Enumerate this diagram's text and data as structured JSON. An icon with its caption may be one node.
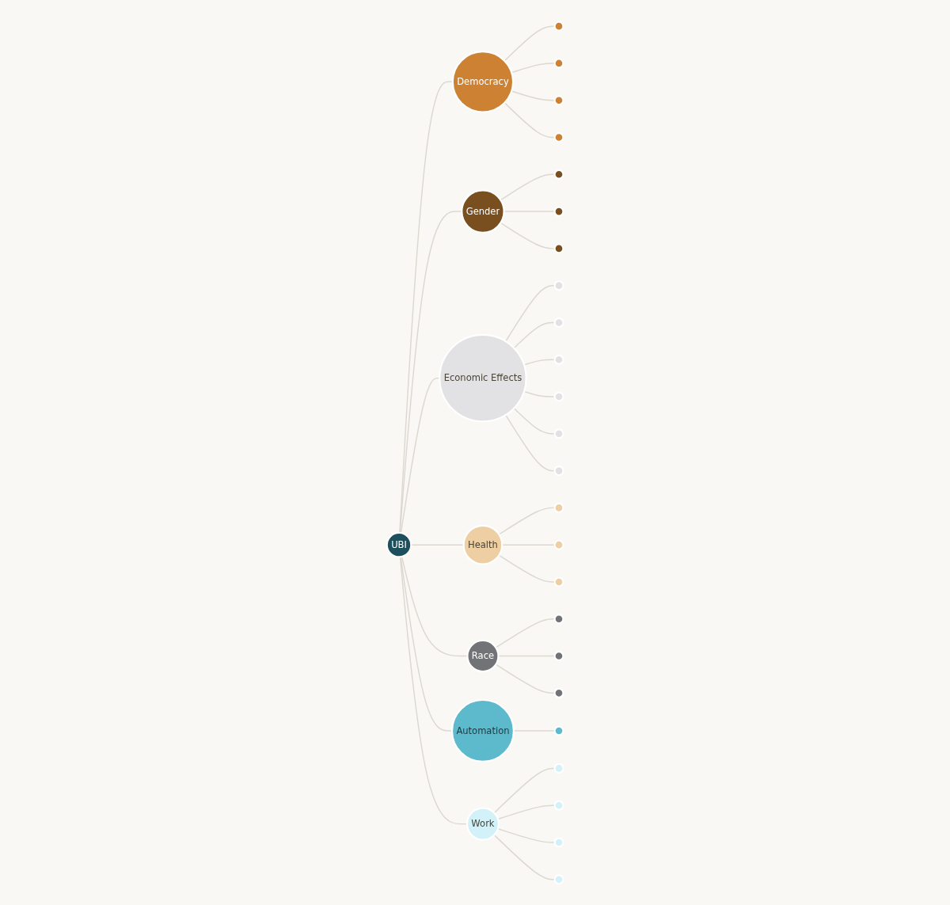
{
  "diagram": {
    "nodes": [
      {
        "text": [
          "UBI"
        ]
      },
      {
        "text": [
          "Democracy"
        ]
      },
      {
        "text": [
          "Gender"
        ]
      },
      {
        "text": [
          "Economic Effects"
        ]
      },
      {
        "text": [
          "Health"
        ]
      },
      {
        "text": [
          "Race"
        ]
      },
      {
        "text": [
          "Automation"
        ]
      },
      {
        "text": [
          "Work"
        ]
      },
      {
        "text": [],
        "shape": "circle"
      },
      {
        "text": [],
        "shape": "circle"
      },
      {
        "text": [],
        "shape": "circle"
      },
      {
        "text": [],
        "shape": "circle"
      },
      {
        "text": [],
        "shape": "circle"
      },
      {
        "text": [],
        "shape": "circle"
      },
      {
        "text": [],
        "shape": "circle"
      },
      {
        "text": [],
        "shape": "circle"
      },
      {
        "text": [],
        "shape": "circle"
      },
      {
        "text": [],
        "shape": "circle"
      },
      {
        "text": [],
        "shape": "circle"
      },
      {
        "text": [],
        "shape": "circle"
      },
      {
        "text": [],
        "shape": "circle"
      },
      {
        "text": [],
        "shape": "circle"
      },
      {
        "text": [],
        "shape": "circle"
      },
      {
        "text": [],
        "shape": "circle"
      },
      {
        "text": [],
        "shape": "circle"
      },
      {
        "text": [],
        "shape": "circle"
      },
      {
        "text": [],
        "shape": "circle"
      },
      {
        "text": [],
        "shape": "circle"
      },
      {
        "text": [],
        "shape": "circle"
      },
      {
        "text": [],
        "shape": "circle"
      },
      {
        "text": [],
        "shape": "circle"
      },
      {
        "text": [],
        "shape": "circle"
      }
    ],
    "edges": [
      {
        "from": 0,
        "to": 1,
        "arrow": "none"
      },
      {
        "from": 0,
        "to": 2,
        "arrow": "none"
      },
      {
        "from": 0,
        "to": 3,
        "arrow": "none"
      },
      {
        "from": 0,
        "to": 4,
        "arrow": "none"
      },
      {
        "from": 0,
        "to": 5,
        "arrow": "none"
      },
      {
        "from": 0,
        "to": 6,
        "arrow": "none"
      },
      {
        "from": 0,
        "to": 7,
        "arrow": "none"
      },
      {
        "from": 1,
        "to": 8,
        "arrow": "none"
      },
      {
        "from": 1,
        "to": 9,
        "arrow": "none"
      },
      {
        "from": 1,
        "to": 10,
        "arrow": "none"
      },
      {
        "from": 1,
        "to": 11,
        "arrow": "none"
      },
      {
        "from": 2,
        "to": 12,
        "arrow": "none"
      },
      {
        "from": 2,
        "to": 13,
        "arrow": "none"
      },
      {
        "from": 2,
        "to": 14,
        "arrow": "none"
      },
      {
        "from": 3,
        "to": 15,
        "arrow": "none"
      },
      {
        "from": 3,
        "to": 16,
        "arrow": "none"
      },
      {
        "from": 3,
        "to": 17,
        "arrow": "none"
      },
      {
        "from": 3,
        "to": 18,
        "arrow": "none"
      },
      {
        "from": 3,
        "to": 19,
        "arrow": "none"
      },
      {
        "from": 3,
        "to": 20,
        "arrow": "none"
      },
      {
        "from": 4,
        "to": 21,
        "arrow": "none"
      },
      {
        "from": 4,
        "to": 22,
        "arrow": "none"
      },
      {
        "from": 4,
        "to": 23,
        "arrow": "none"
      },
      {
        "from": 5,
        "to": 24,
        "arrow": "none"
      },
      {
        "from": 5,
        "to": 25,
        "arrow": "none"
      },
      {
        "from": 5,
        "to": 26,
        "arrow": "none"
      },
      {
        "from": 6,
        "to": 27,
        "arrow": "none"
      },
      {
        "from": 7,
        "to": 28,
        "arrow": "none"
      },
      {
        "from": 7,
        "to": 29,
        "arrow": "none"
      },
      {
        "from": 7,
        "to": 30,
        "arrow": "none"
      },
      {
        "from": 7,
        "to": 31,
        "arrow": "none"
      }
    ]
  }
}
